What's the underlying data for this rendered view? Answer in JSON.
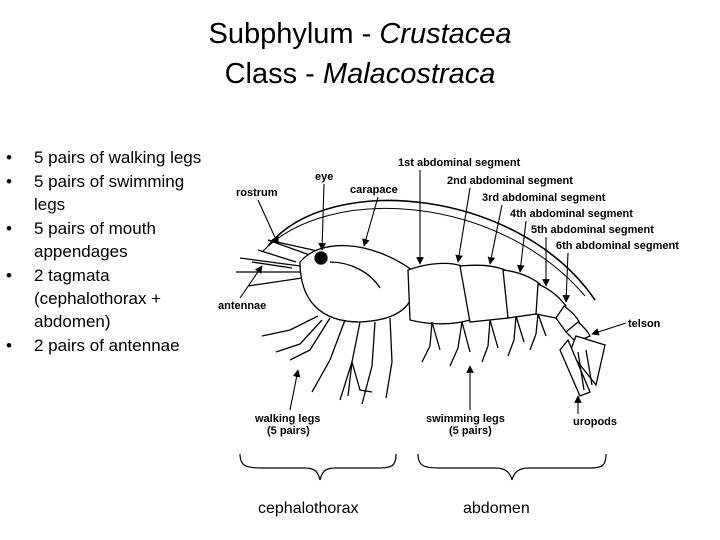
{
  "title": {
    "line1_prefix": "Subphylum - ",
    "line1_italic": "Crustacea",
    "line2_prefix": "Class - ",
    "line2_italic": "Malacostraca"
  },
  "bullets": [
    "5 pairs of walking legs",
    "5 pairs of swimming legs",
    "5 pairs of mouth appendages",
    "2 tagmata (cephalothorax + abdomen)",
    "2 pairs of antennae"
  ],
  "labels": {
    "eye": "eye",
    "rostrum": "rostrum",
    "carapace": "carapace",
    "seg1": "1st abdominal segment",
    "seg2": "2nd abdominal segment",
    "seg3": "3rd abdominal segment",
    "seg4": "4th abdominal segment",
    "seg5": "5th abdominal segment",
    "seg6": "6th abdominal segment",
    "antennae": "antennae",
    "telson": "telson",
    "walking_legs": "walking legs",
    "walking_legs_count": "(5 pairs)",
    "swimming_legs": "swimming legs",
    "swimming_legs_count": "(5 pairs)",
    "uropods": "uropods"
  },
  "tagmata": {
    "cephalothorax": "cephalothorax",
    "abdomen": "abdomen"
  }
}
